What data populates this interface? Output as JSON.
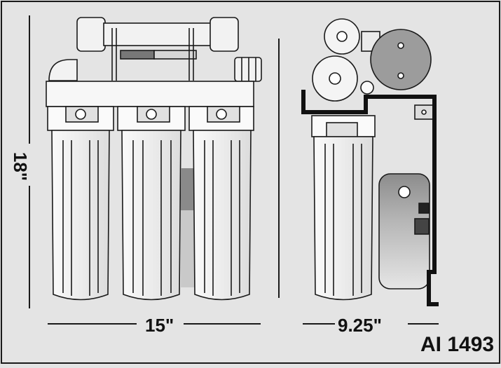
{
  "dimensions": {
    "height": "18\"",
    "width_front": "15\"",
    "width_side": "9.25\""
  },
  "model_code": "AI 1493",
  "colors": {
    "background": "#e4e4e4",
    "line": "#1a1a1a",
    "fill_light": "#f2f2f2",
    "fill_mid": "#9a9a9a",
    "fill_dark": "#6e6e6e"
  }
}
